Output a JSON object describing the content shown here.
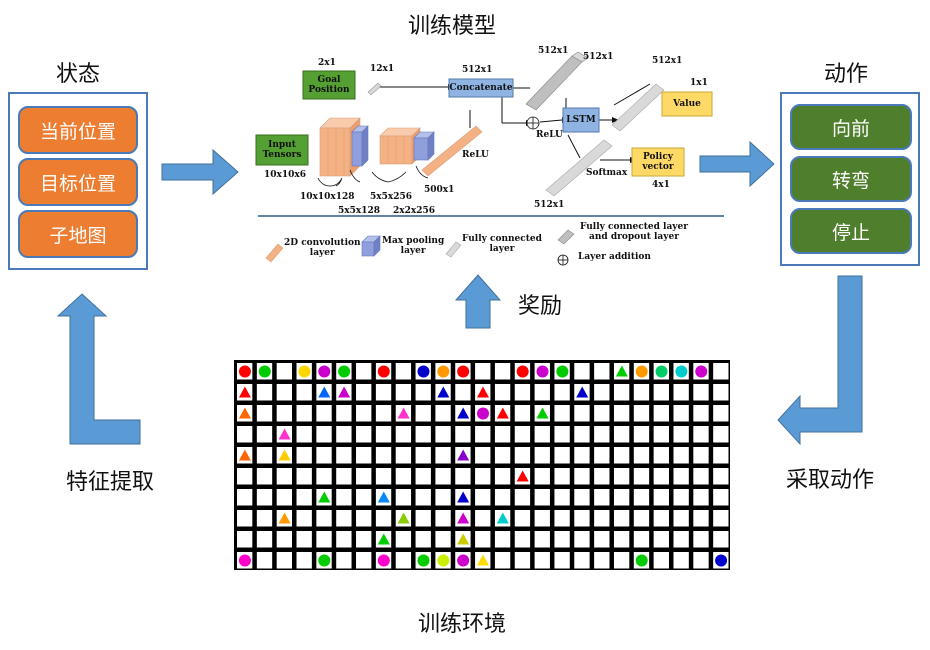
{
  "titles": {
    "train_model": "训练模型",
    "state": "状态",
    "action": "动作",
    "reward": "奖励",
    "feature_extract": "特征提取",
    "take_action": "采取动作",
    "train_env": "训练环境"
  },
  "state_items": [
    "当前位置",
    "目标位置",
    "子地图"
  ],
  "action_items": [
    "向前",
    "转弯",
    "停止"
  ],
  "network": {
    "goal_dim": "2x1",
    "goal_box": "Goal\nPosition",
    "goal_fc_dim": "12x1",
    "concat_dim": "512x1",
    "concat_box": "Concatenate",
    "fc_dropout_dim_a": "512x1",
    "fc_dropout_dim_b": "512x1",
    "value_fc_dim": "512x1",
    "value_dim": "1x1",
    "value_box": "Value",
    "lstm_box": "LSTM",
    "relu_top": "ReLU",
    "relu_mid": "ReLU",
    "softmax": "Softmax",
    "policy_box": "Policy\nvector",
    "policy_dim": "4x1",
    "policy_fc_dim": "512x1",
    "input_box": "Input\nTensors",
    "input_dim": "10x10x6",
    "conv1_dim": "10x10x128",
    "pool1_dim": "5x5x128",
    "conv2_dim": "5x5x256",
    "pool2_dim": "2x2x256",
    "fc_out_dim": "500x1"
  },
  "legend": {
    "conv": "2D convolution\nlayer",
    "pool": "Max pooling\nlayer",
    "fc": "Fully connected\nlayer",
    "fc_dropout": "Fully connected layer\nand dropout layer",
    "add": "Layer addition"
  },
  "colors": {
    "orange": "#ed7d31",
    "green": "#4f7f2c",
    "arrow_blue": "#5b9bd5",
    "panel_border": "#4a7ab8",
    "goal_green": "#55a033",
    "concat_blue": "#8fb4e3",
    "value_yellow": "#ffd966",
    "conv_salmon": "#f4b183",
    "pool_blue": "#8e9fdc"
  },
  "grid": {
    "cols": 25,
    "rows": 10
  }
}
